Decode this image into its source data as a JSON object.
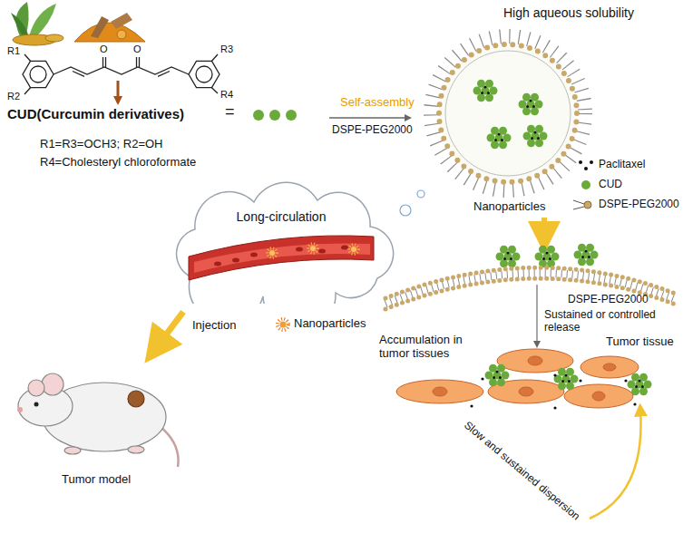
{
  "diagram": {
    "nodes": [
      {
        "text": [
          "Long-circulation"
        ]
      }
    ],
    "labels": [
      "R1",
      "R2",
      "O",
      "O",
      "R3",
      "R4",
      "CUD(Curcumin derivatives)",
      "=",
      "R1=R3=OCH3; R2=OH",
      "R4=Cholesteryl chloroformate",
      "Self-assembly",
      "DSPE-PEG2000",
      "High aqueous solubility",
      "Nanoparticles",
      "Nanoparticles",
      "Injection",
      "Tumor model",
      "DSPE-PEG2000",
      "Sustained or controlled release",
      "Accumulation in tumor tissues",
      "Tumor tissue",
      "Slow and sustained dispersion"
    ],
    "legend": [
      {
        "text": "Paclitaxel"
      },
      {
        "text": "CUD",
        "color": "#6aaa3a"
      },
      {
        "text": "DSPE-PEG2000"
      }
    ]
  }
}
